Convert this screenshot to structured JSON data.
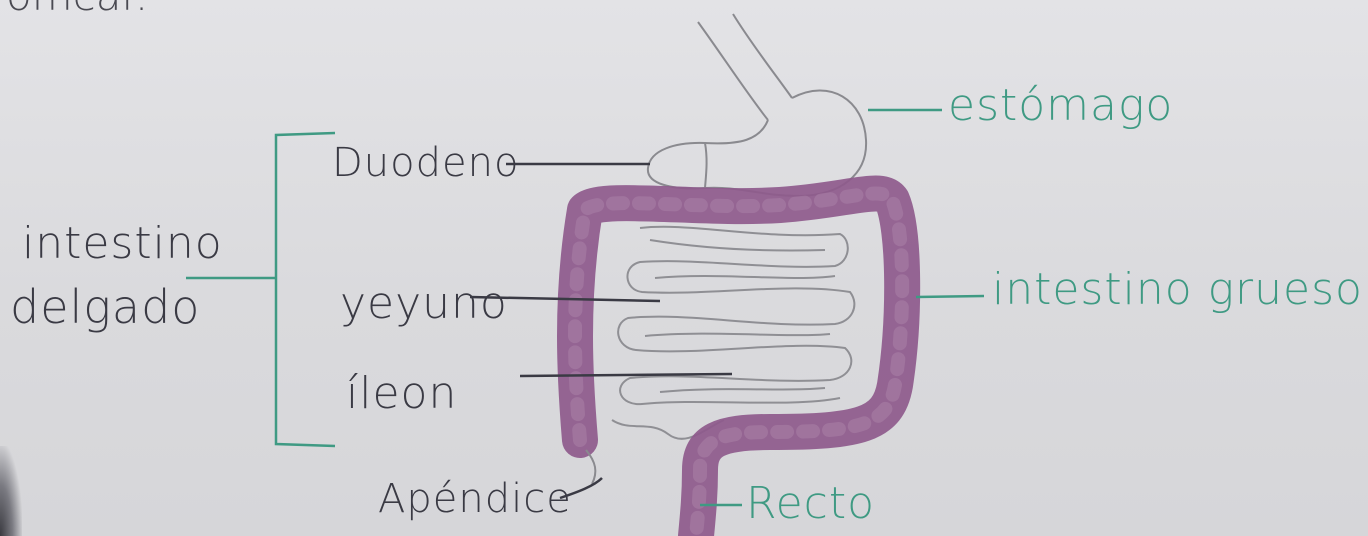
{
  "corner_text": "omcar.",
  "labels": {
    "estomago": "estómago",
    "duodeno": "Duodeno",
    "intestino_delgado_line1": "intestino",
    "intestino_delgado_line2": "delgado",
    "yeyuno": "yeyuno",
    "ileon": "íleon",
    "intestino_grueso": "intestino grueso",
    "apendice": "Apéndice",
    "recto": "Recto"
  },
  "colors": {
    "paper": "#dcdcde",
    "pencil": "#8a8a8f",
    "ink_dark": "#3a3a44",
    "ink_green": "#3f9a83",
    "colon_purple": "#8e5a8c"
  }
}
